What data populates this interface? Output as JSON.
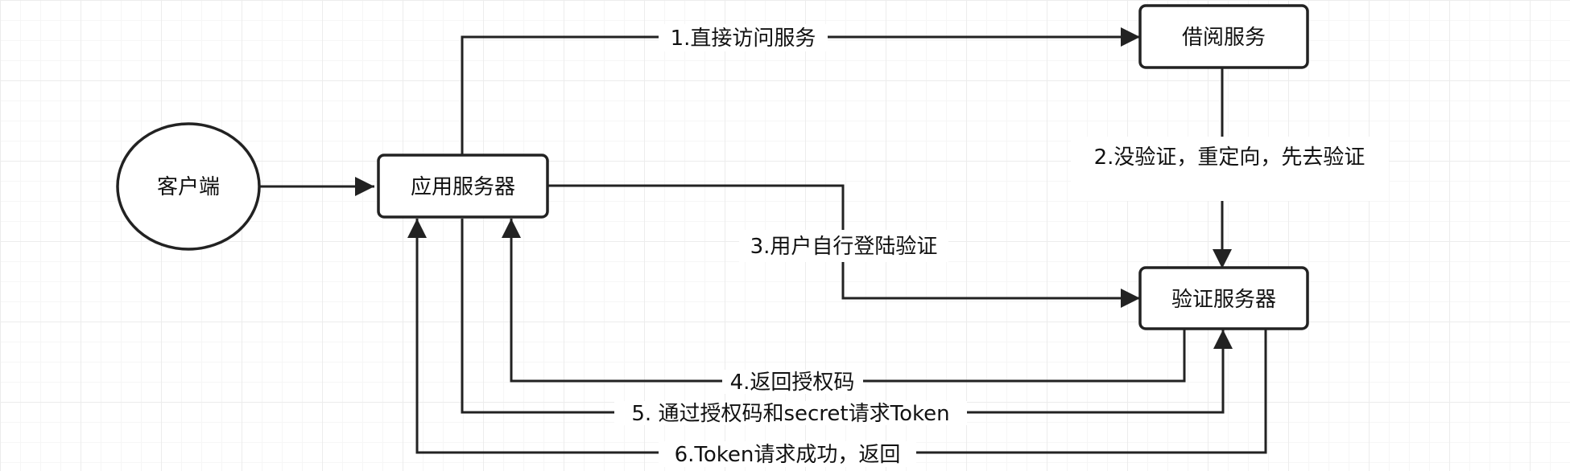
{
  "nodes": {
    "client": "客户端",
    "app_server": "应用服务器",
    "borrow_service": "借阅服务",
    "auth_server": "验证服务器"
  },
  "edges": {
    "e1": "1.直接访问服务",
    "e2": "2.没验证，重定向，先去验证",
    "e3": "3.用户自行登陆验证",
    "e4": "4.返回授权码",
    "e5": "5. 通过授权码和secret请求Token",
    "e6": "6.Token请求成功，返回"
  },
  "colors": {
    "stroke": "#222222",
    "text": "#111111",
    "background": "#ffffff",
    "grid": "#ececec"
  }
}
